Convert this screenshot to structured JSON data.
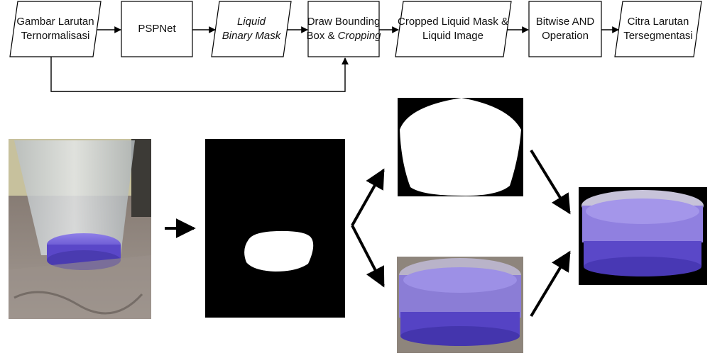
{
  "flow": {
    "nodes": [
      {
        "id": "input",
        "lines": [
          {
            "text": "Gambar Larutan",
            "parts": []
          },
          {
            "text": "Ternormalisasi",
            "parts": []
          }
        ],
        "shape": "parallelogram"
      },
      {
        "id": "pspnet",
        "lines": [
          {
            "text": "PSPNet",
            "parts": []
          }
        ],
        "shape": "rectangle"
      },
      {
        "id": "binary-mask",
        "lines": [
          {
            "text": "Liquid",
            "italic": true
          },
          {
            "text": "Binary Mask",
            "italic": true
          }
        ],
        "shape": "parallelogram"
      },
      {
        "id": "bbox-crop",
        "lines": [
          {
            "text": "Draw Bounding"
          },
          {
            "text": "Box & ",
            "italic_tail": "Cropping"
          }
        ],
        "shape": "rectangle"
      },
      {
        "id": "cropped",
        "lines": [
          {
            "text": "Cropped Liquid Mask &"
          },
          {
            "text": "Liquid Image"
          }
        ],
        "shape": "parallelogram"
      },
      {
        "id": "bitwise",
        "lines": [
          {
            "text": "Bitwise AND"
          },
          {
            "text": "Operation"
          }
        ],
        "shape": "rectangle"
      },
      {
        "id": "output",
        "lines": [
          {
            "text": "Citra Larutan"
          },
          {
            "text": "Tersegmentasi"
          }
        ],
        "shape": "parallelogram"
      }
    ],
    "edges": [
      [
        "input",
        "pspnet"
      ],
      [
        "pspnet",
        "binary-mask"
      ],
      [
        "binary-mask",
        "bbox-crop"
      ],
      [
        "bbox-crop",
        "cropped"
      ],
      [
        "cropped",
        "bitwise"
      ],
      [
        "bitwise",
        "output"
      ],
      [
        "input",
        "bbox-crop"
      ]
    ]
  },
  "illustration": {
    "panels": [
      "original-photo",
      "binary-mask-image",
      "cropped-mask-image",
      "cropped-liquid-image",
      "segmented-result-image"
    ],
    "colors": {
      "liquid": "#6a55d8",
      "mask_bg": "#000000",
      "mask_fg": "#ffffff",
      "surface": "#8a8078",
      "cup": "#c9cdd0"
    }
  }
}
